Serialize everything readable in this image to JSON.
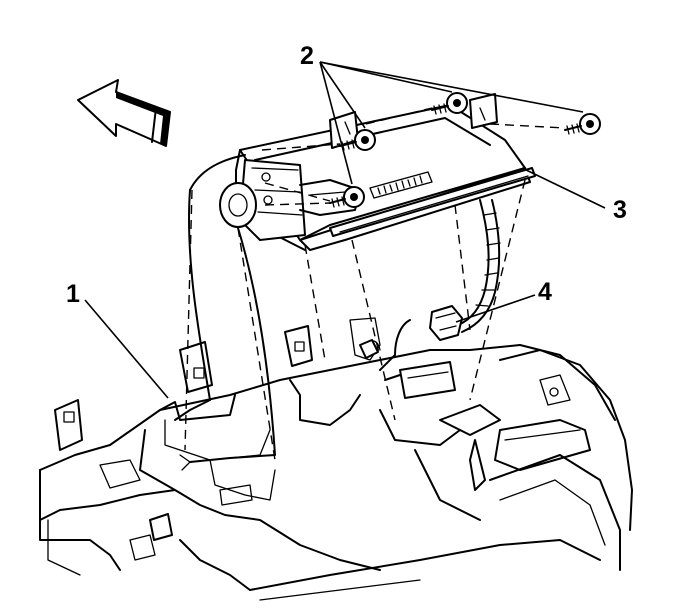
{
  "callouts": {
    "c1": "1",
    "c2": "2",
    "c3": "3",
    "c4": "4"
  },
  "colors": {
    "ink": "#000000",
    "paper": "#ffffff"
  },
  "icons": {
    "direction": "front-direction-arrow-icon",
    "fastener": "bolt-icon"
  }
}
